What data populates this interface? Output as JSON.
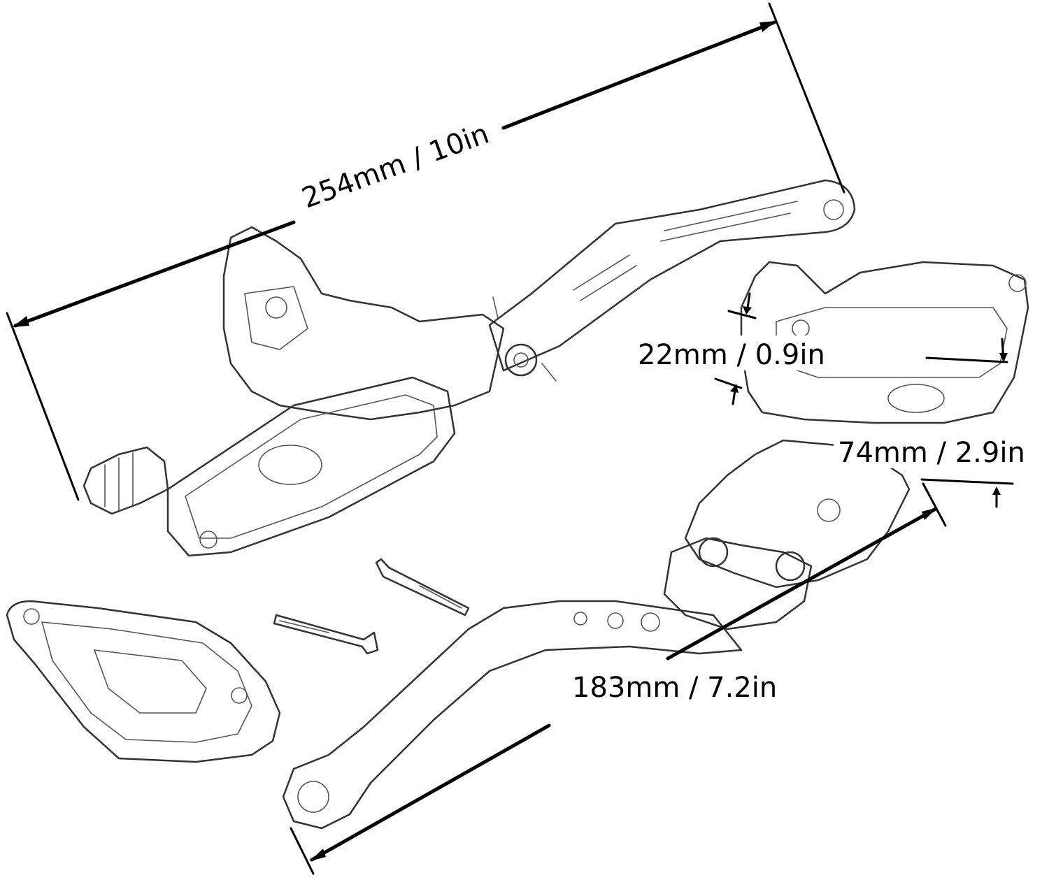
{
  "dimensions": {
    "overall_length": "254mm / 10in",
    "reservoir_gap": "22mm / 0.9in",
    "reservoir_width": "74mm / 2.9in",
    "lever_length": "183mm / 7.2in"
  },
  "colors": {
    "background": "#ffffff",
    "line_art": "#333333",
    "dimension": "#000000"
  }
}
